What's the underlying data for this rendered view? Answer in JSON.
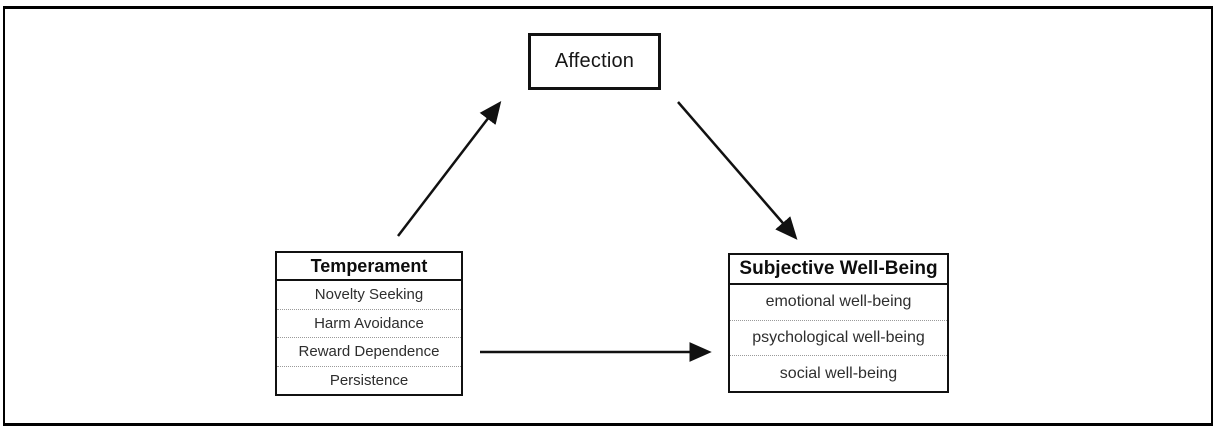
{
  "mediator_box": {
    "label": "Affection"
  },
  "predictor_box": {
    "header": "Temperament",
    "rows": [
      "Novelty Seeking",
      "Harm Avoidance",
      "Reward Dependence",
      "Persistence"
    ]
  },
  "outcome_box": {
    "header": "Subjective Well-Being",
    "rows": [
      "emotional well-being",
      "psychological well-being",
      "social well-being"
    ]
  },
  "colors": {
    "frame_border": "#000000",
    "box_border": "#111111",
    "arrow": "#111111",
    "row_divider": "#9a9a9a",
    "header_text": "#0d0d0d",
    "row_text": "#2e2e2e",
    "background": "#ffffff"
  }
}
